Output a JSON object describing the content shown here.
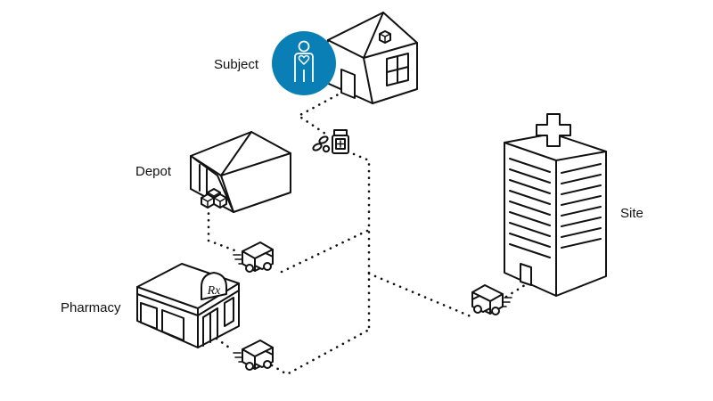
{
  "diagram": {
    "nodes": {
      "subject": {
        "label": "Subject",
        "icon": "person-heart-icon",
        "accent": "#0a7fb5"
      },
      "depot": {
        "label": "Depot",
        "icon": "warehouse-icon"
      },
      "pharmacy": {
        "label": "Pharmacy",
        "icon": "pharmacy-rx-icon",
        "sign": "Rx"
      },
      "site": {
        "label": "Site",
        "icon": "hospital-building-icon"
      }
    },
    "connections": [
      {
        "from": "depot",
        "to": "subject",
        "style": "dotted",
        "icon": "delivery-truck-icon"
      },
      {
        "from": "pharmacy",
        "to": "subject",
        "style": "dotted",
        "icon": "delivery-truck-icon"
      },
      {
        "from": "site",
        "to": "subject",
        "style": "dotted",
        "icon": "delivery-truck-icon"
      },
      {
        "from": "network",
        "to": "subject",
        "style": "dotted",
        "icon": "medicine-bottle-icon"
      }
    ]
  }
}
